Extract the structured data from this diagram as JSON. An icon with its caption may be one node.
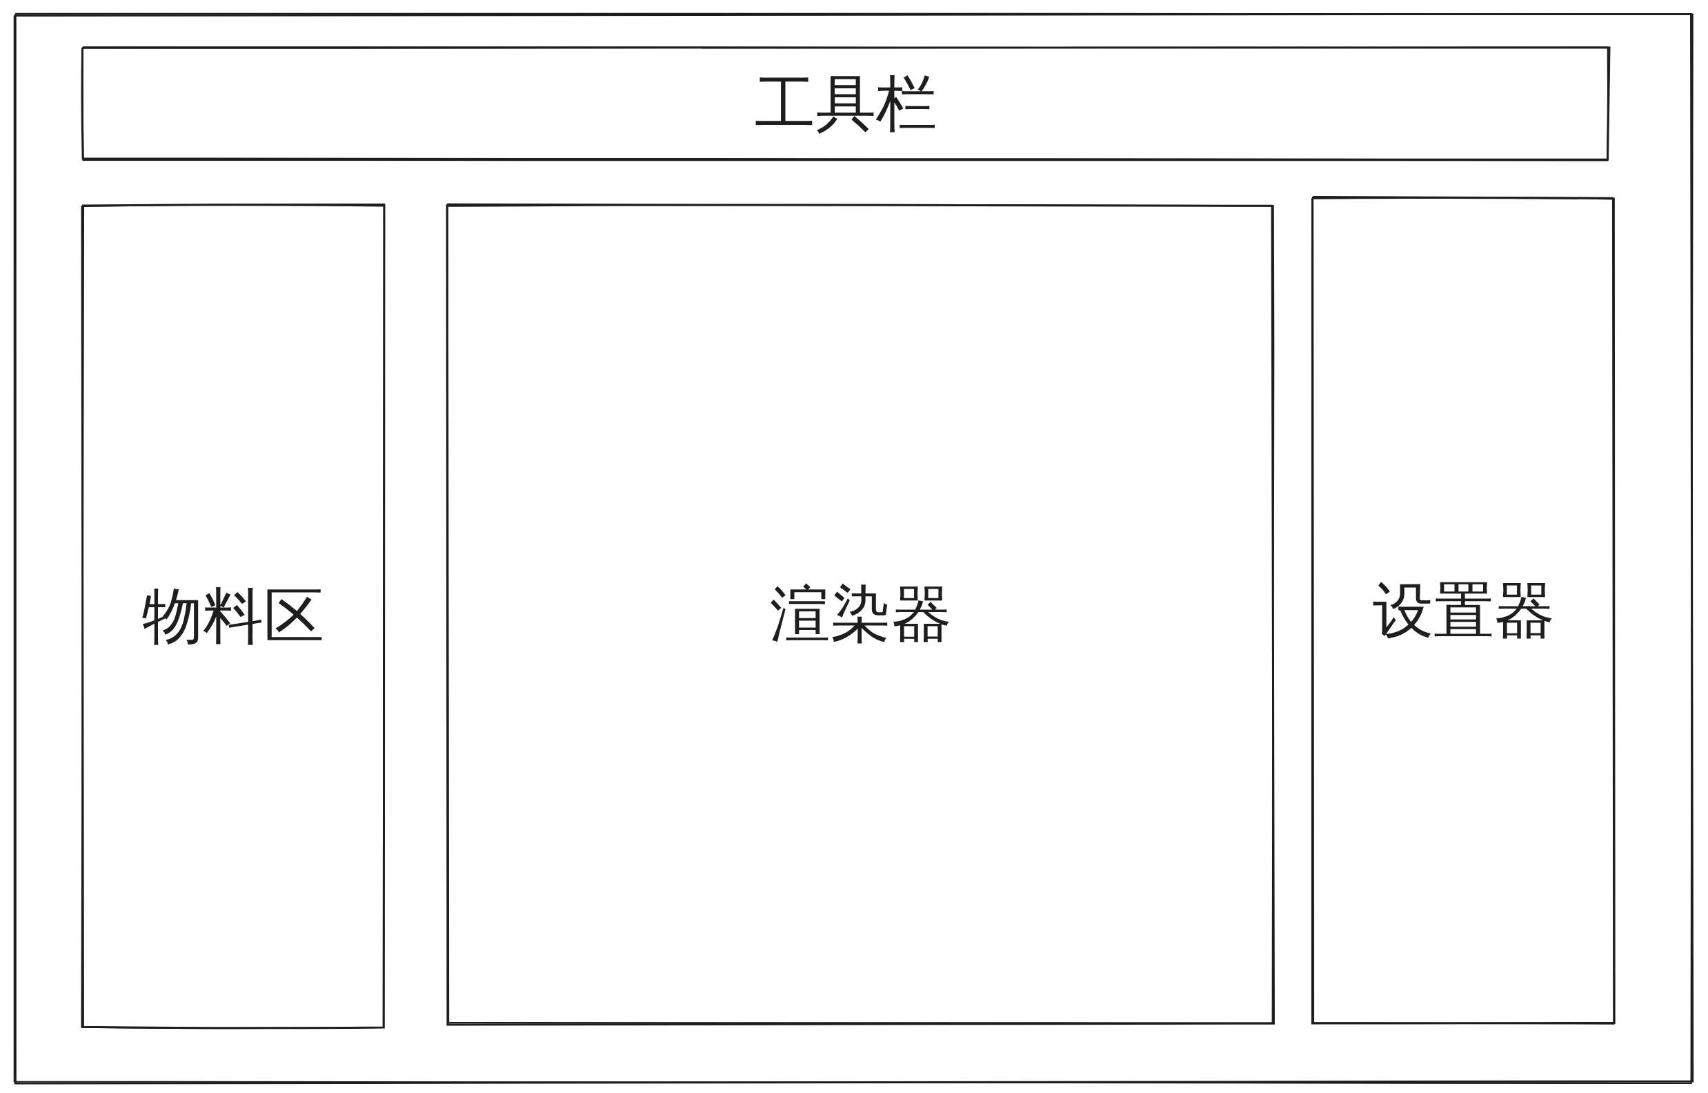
{
  "diagram": {
    "nodes": [
      {
        "text": [],
        "shape": "box"
      },
      {
        "text": [
          "工具栏"
        ],
        "in": 0
      },
      {
        "text": [
          "物料区"
        ],
        "in": 0
      },
      {
        "text": [
          "渲染器"
        ],
        "in": 0
      },
      {
        "text": [
          "设置器"
        ],
        "in": 0
      }
    ]
  }
}
